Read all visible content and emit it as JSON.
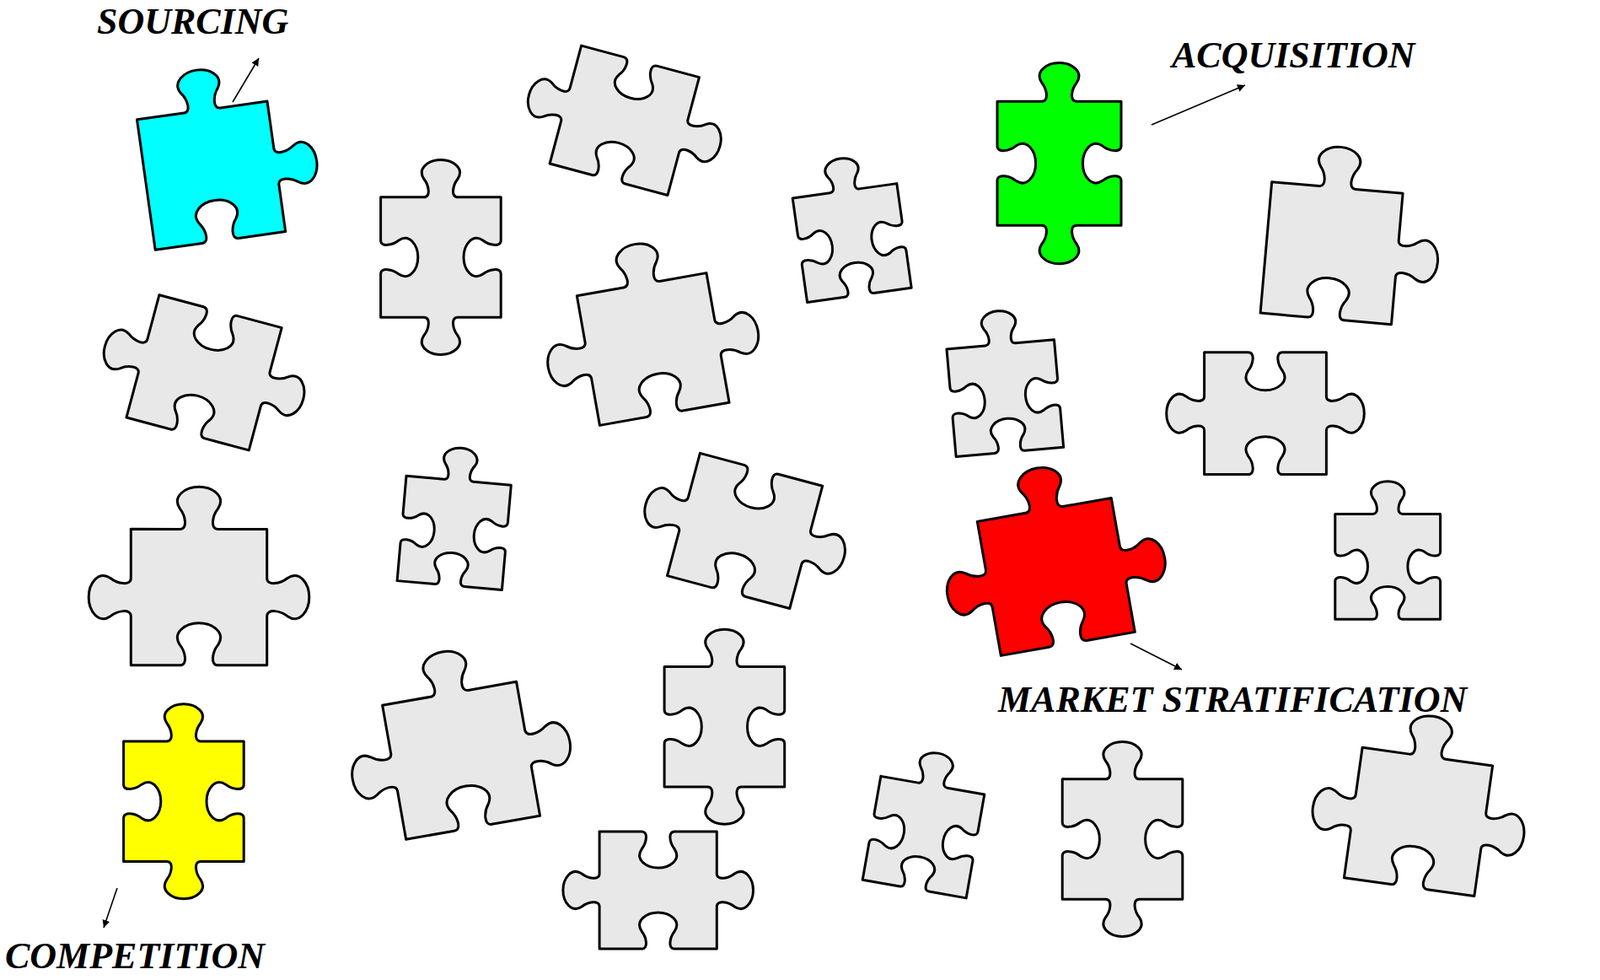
{
  "diagram": {
    "labels": [
      "SOURCING",
      "ACQUISITION",
      "MARKET STRATIFICATION",
      "COMPETITION"
    ]
  }
}
